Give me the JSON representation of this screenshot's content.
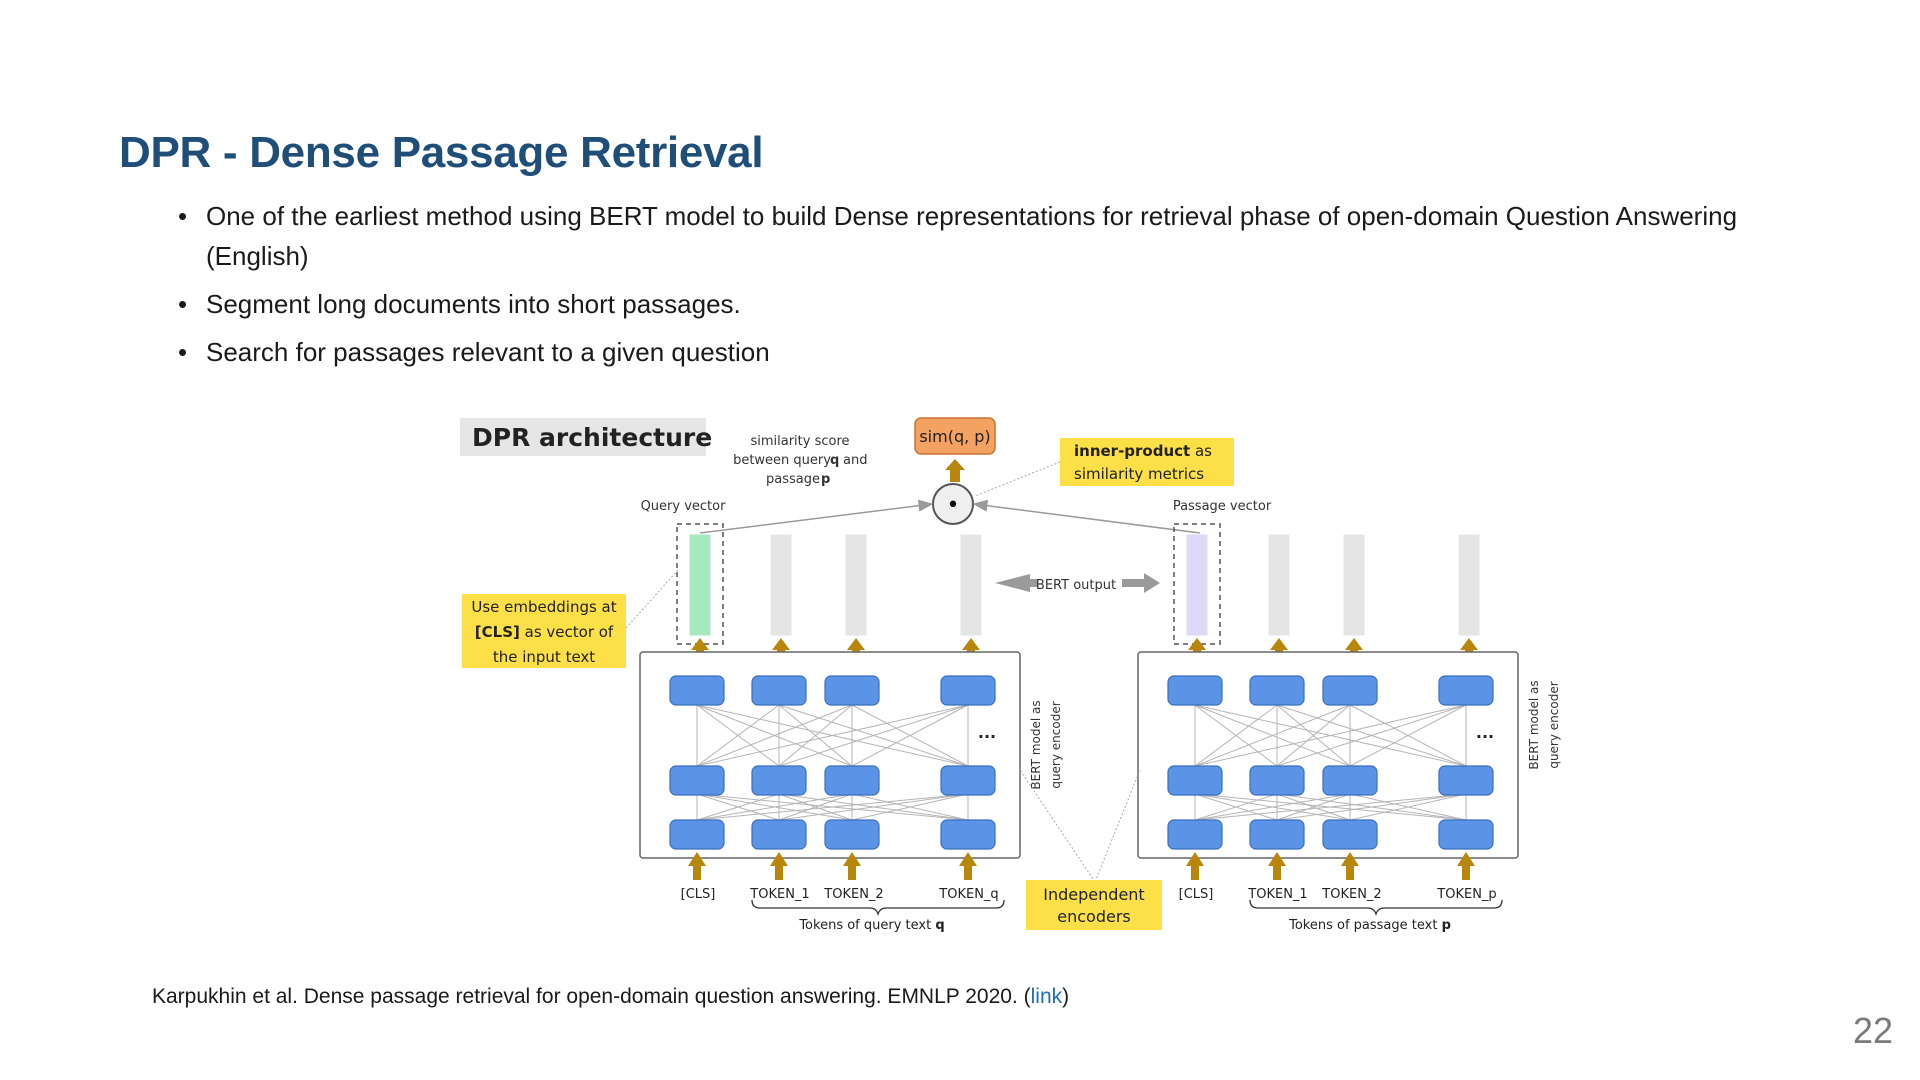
{
  "slide": {
    "title": "DPR - Dense Passage Retrieval",
    "bullets": [
      "One of the earliest method using BERT model to build Dense representations for retrieval phase of open-domain Question Answering (English)",
      "Segment long documents into short passages.",
      "Search for passages relevant to a given question"
    ],
    "bullet_marker": "•",
    "citation_prefix": "Karpukhin et al. Dense passage retrieval for open-domain question answering. EMNLP 2020. (",
    "citation_link": "link",
    "citation_suffix": ")",
    "page_number": "22"
  },
  "diagram": {
    "title": "DPR architecture",
    "sim_box": "sim(q, p)",
    "sim_dot": "•",
    "sim_caption_lines": [
      "similarity score",
      "between query",
      "q",
      "and",
      "passage",
      "p"
    ],
    "inner_product_bold": "inner-product",
    "inner_product_rest": " as",
    "inner_product_line2": "similarity metrics",
    "query_vector_label": "Query vector",
    "passage_vector_label": "Passage vector",
    "bert_output_label": "BERT output",
    "cls_note_line1": "Use embeddings at",
    "cls_note_bold": "[CLS]",
    "cls_note_rest": " as vector of",
    "cls_note_line3": "the input text",
    "ellipsis": "...",
    "side_label_line1": "BERT model as",
    "side_label_line2": "query encoder",
    "query_tokens": [
      "[CLS]",
      "TOKEN_1",
      "TOKEN_2",
      "TOKEN_q"
    ],
    "passage_tokens": [
      "[CLS]",
      "TOKEN_1",
      "TOKEN_2",
      "TOKEN_p"
    ],
    "query_tokens_caption": "Tokens of query text",
    "query_tokens_caption_var": "q",
    "passage_tokens_caption": "Tokens of passage text",
    "passage_tokens_caption_var": "p",
    "independent_line1": "Independent",
    "independent_line2": "encoders"
  },
  "colors": {
    "title": "#1f4e79",
    "node_blue": "#5b93e6",
    "arrow_gold": "#b8860b",
    "note_yellow": "#fde047",
    "sim_orange": "#f4a261",
    "query_vec": "#a7e8c0",
    "passage_vec": "#ddd9f7",
    "link": "#1a6fc0"
  }
}
